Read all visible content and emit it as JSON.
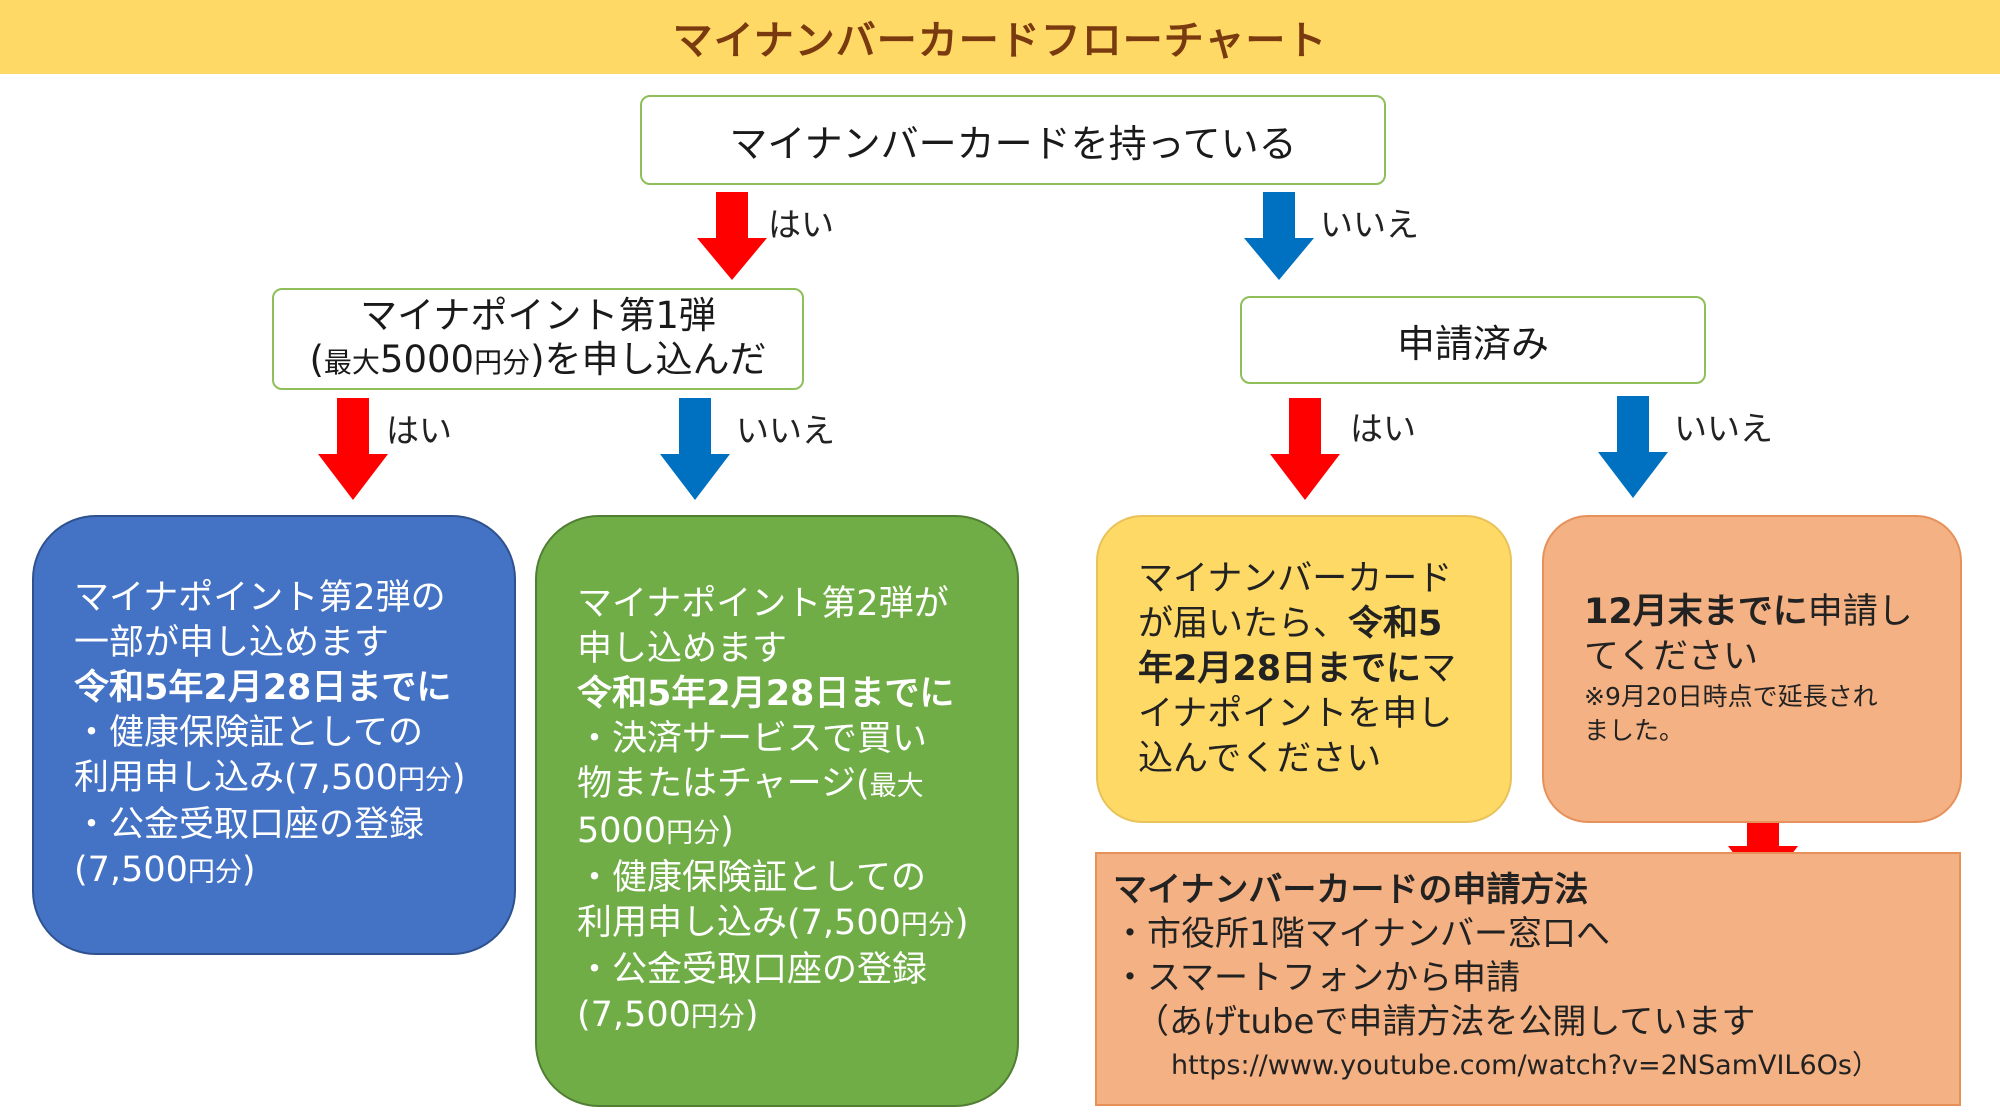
{
  "title": "マイナンバーカードフローチャート",
  "colors": {
    "yes_arrow": "#ff0000",
    "no_arrow": "#0070c0",
    "title_bg": "#ffd966"
  },
  "q1": {
    "text": "マイナンバーカードを持っている"
  },
  "q2": {
    "line1": "マイナポイント第1弾",
    "line2_open": "(",
    "line2_small1": "最大",
    "line2_num": "5000",
    "line2_small2": "円分",
    "line2_rest": ")を申し込んだ"
  },
  "q3": {
    "text": "申請済み"
  },
  "labels": {
    "yes": "はい",
    "no": "いいえ"
  },
  "result_blue": {
    "l1": "マイナポイント第2弾の",
    "l2": "一部が申し込めます",
    "l3": "令和5年2月28日までに",
    "l4": "・健康保険証としての",
    "l5_a": "利用申し込み(7,500",
    "l5_b": "円分",
    "l5_c": ")",
    "l6": "・公金受取口座の登録",
    "l7_a": "(7,500",
    "l7_b": "円分",
    "l7_c": ")"
  },
  "result_green": {
    "l1": "マイナポイント第2弾が",
    "l2": "申し込めます",
    "l3": "令和5年2月28日までに",
    "l4": "・決済サービスで買い",
    "l5_a": "物またはチャージ(",
    "l5_b": "最大",
    "l6_a": "5000",
    "l6_b": "円分",
    "l6_c": ")",
    "l7": "・健康保険証としての",
    "l8_a": "利用申し込み(7,500",
    "l8_b": "円分",
    "l8_c": ")",
    "l9": "・公金受取口座の登録",
    "l10_a": "(7,500",
    "l10_b": "円分",
    "l10_c": ")"
  },
  "result_yellow": {
    "l1": "マイナンバーカード",
    "l2_a": "が届いたら、",
    "l2_b": "令和5",
    "l3_a": "年2月28日までに",
    "l3_b": "マ",
    "l4": "イナポイントを申し",
    "l5": "込んでください"
  },
  "result_orange": {
    "l1_a": "12月末までに",
    "l1_b": "申請し",
    "l2": "てください",
    "note1": "※9月20日時点で延長され",
    "note2": "ました。"
  },
  "method": {
    "heading": "マイナンバーカードの申請方法",
    "item1": "・市役所1階マイナンバー窓口へ",
    "item2": "・スマートフォンから申請",
    "item3": "（あげtubeで申請方法を公開しています",
    "url": "https://www.youtube.com/watch?v=2NSamVIL6Os）"
  }
}
